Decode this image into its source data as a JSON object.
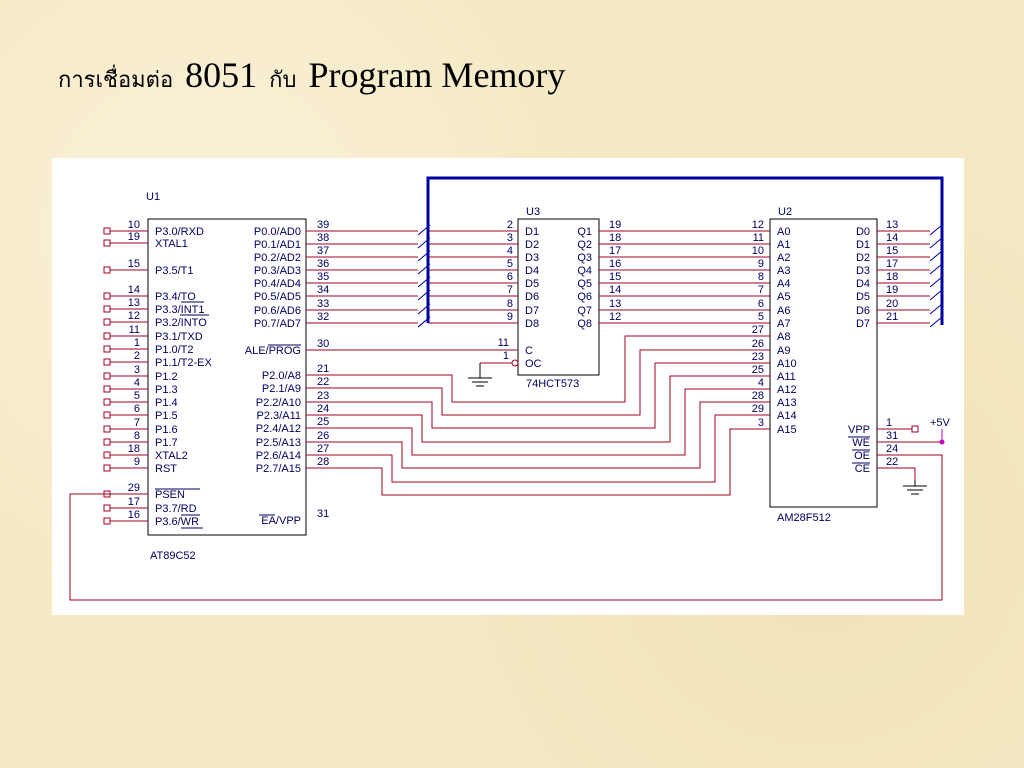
{
  "title": {
    "thai_part1": "การเชื่อมต่อ",
    "number": "8051",
    "thai_part2": "กับ",
    "english": "Program Memory"
  },
  "u1": {
    "ref": "U1",
    "part": "AT89C52",
    "left_pins": [
      {
        "num": "10",
        "label": "P3.0/RXD"
      },
      {
        "num": "19",
        "label": "XTAL1"
      },
      {
        "num": "15",
        "label": "P3.5/T1"
      },
      {
        "num": "14",
        "label": "P3.4/TO"
      },
      {
        "num": "13",
        "label": "P3.3/INT1"
      },
      {
        "num": "12",
        "label": "P3.2/INTO"
      },
      {
        "num": "11",
        "label": "P3.1/TXD"
      },
      {
        "num": "1",
        "label": "P1.0/T2"
      },
      {
        "num": "2",
        "label": "P1.1/T2-EX"
      },
      {
        "num": "3",
        "label": "P1.2"
      },
      {
        "num": "4",
        "label": "P1.3"
      },
      {
        "num": "5",
        "label": "P1.4"
      },
      {
        "num": "6",
        "label": "P1.5"
      },
      {
        "num": "7",
        "label": "P1.6"
      },
      {
        "num": "8",
        "label": "P1.7"
      },
      {
        "num": "18",
        "label": "XTAL2"
      },
      {
        "num": "9",
        "label": "RST"
      },
      {
        "num": "29",
        "label": "PSEN"
      },
      {
        "num": "17",
        "label": "P3.7/RD"
      },
      {
        "num": "16",
        "label": "P3.6/WR"
      }
    ],
    "right_pins": [
      {
        "num": "39",
        "label": "P0.0/AD0"
      },
      {
        "num": "38",
        "label": "P0.1/AD1"
      },
      {
        "num": "37",
        "label": "P0.2/AD2"
      },
      {
        "num": "36",
        "label": "P0.3/AD3"
      },
      {
        "num": "35",
        "label": "P0.4/AD4"
      },
      {
        "num": "34",
        "label": "P0.5/AD5"
      },
      {
        "num": "33",
        "label": "P0.6/AD6"
      },
      {
        "num": "32",
        "label": "P0.7/AD7"
      },
      {
        "num": "30",
        "label": "ALE/PROG"
      },
      {
        "num": "21",
        "label": "P2.0/A8"
      },
      {
        "num": "22",
        "label": "P2.1/A9"
      },
      {
        "num": "23",
        "label": "P2.2/A10"
      },
      {
        "num": "24",
        "label": "P2.3/A11"
      },
      {
        "num": "25",
        "label": "P2.4/A12"
      },
      {
        "num": "26",
        "label": "P2.5/A13"
      },
      {
        "num": "27",
        "label": "P2.6/A14"
      },
      {
        "num": "28",
        "label": "P2.7/A15"
      },
      {
        "num": "31",
        "label": "EA/VPP"
      }
    ]
  },
  "u3": {
    "ref": "U3",
    "part": "74HCT573",
    "d_pins": [
      {
        "num": "2",
        "label": "D1"
      },
      {
        "num": "3",
        "label": "D2"
      },
      {
        "num": "4",
        "label": "D3"
      },
      {
        "num": "5",
        "label": "D4"
      },
      {
        "num": "6",
        "label": "D5"
      },
      {
        "num": "7",
        "label": "D6"
      },
      {
        "num": "8",
        "label": "D7"
      },
      {
        "num": "9",
        "label": "D8"
      }
    ],
    "q_pins": [
      {
        "num": "19",
        "label": "Q1"
      },
      {
        "num": "18",
        "label": "Q2"
      },
      {
        "num": "17",
        "label": "Q3"
      },
      {
        "num": "16",
        "label": "Q4"
      },
      {
        "num": "15",
        "label": "Q5"
      },
      {
        "num": "14",
        "label": "Q6"
      },
      {
        "num": "13",
        "label": "Q7"
      },
      {
        "num": "12",
        "label": "Q8"
      }
    ],
    "c_pin": {
      "num": "11",
      "label": "C"
    },
    "oc_pin": {
      "num": "1",
      "label": "OC"
    }
  },
  "u2": {
    "ref": "U2",
    "part": "AM28F512",
    "a_pins": [
      {
        "num": "12",
        "label": "A0"
      },
      {
        "num": "11",
        "label": "A1"
      },
      {
        "num": "10",
        "label": "A2"
      },
      {
        "num": "9",
        "label": "A3"
      },
      {
        "num": "8",
        "label": "A4"
      },
      {
        "num": "7",
        "label": "A5"
      },
      {
        "num": "6",
        "label": "A6"
      },
      {
        "num": "5",
        "label": "A7"
      },
      {
        "num": "27",
        "label": "A8"
      },
      {
        "num": "26",
        "label": "A9"
      },
      {
        "num": "23",
        "label": "A10"
      },
      {
        "num": "25",
        "label": "A11"
      },
      {
        "num": "4",
        "label": "A12"
      },
      {
        "num": "28",
        "label": "A13"
      },
      {
        "num": "29",
        "label": "A14"
      },
      {
        "num": "3",
        "label": "A15"
      }
    ],
    "d_pins": [
      {
        "num": "13",
        "label": "D0"
      },
      {
        "num": "14",
        "label": "D1"
      },
      {
        "num": "15",
        "label": "D2"
      },
      {
        "num": "17",
        "label": "D3"
      },
      {
        "num": "18",
        "label": "D4"
      },
      {
        "num": "19",
        "label": "D5"
      },
      {
        "num": "20",
        "label": "D6"
      },
      {
        "num": "21",
        "label": "D7"
      }
    ],
    "ctrl_pins": [
      {
        "num": "1",
        "label": "VPP"
      },
      {
        "num": "31",
        "label": "WE"
      },
      {
        "num": "24",
        "label": "OE"
      },
      {
        "num": "22",
        "label": "CE"
      }
    ]
  },
  "supply_label": "+5V",
  "colors": {
    "wire": "#a00020",
    "bus": "#0000a0",
    "text": "#000060",
    "chip": "#000000",
    "power": "#c000c0"
  }
}
